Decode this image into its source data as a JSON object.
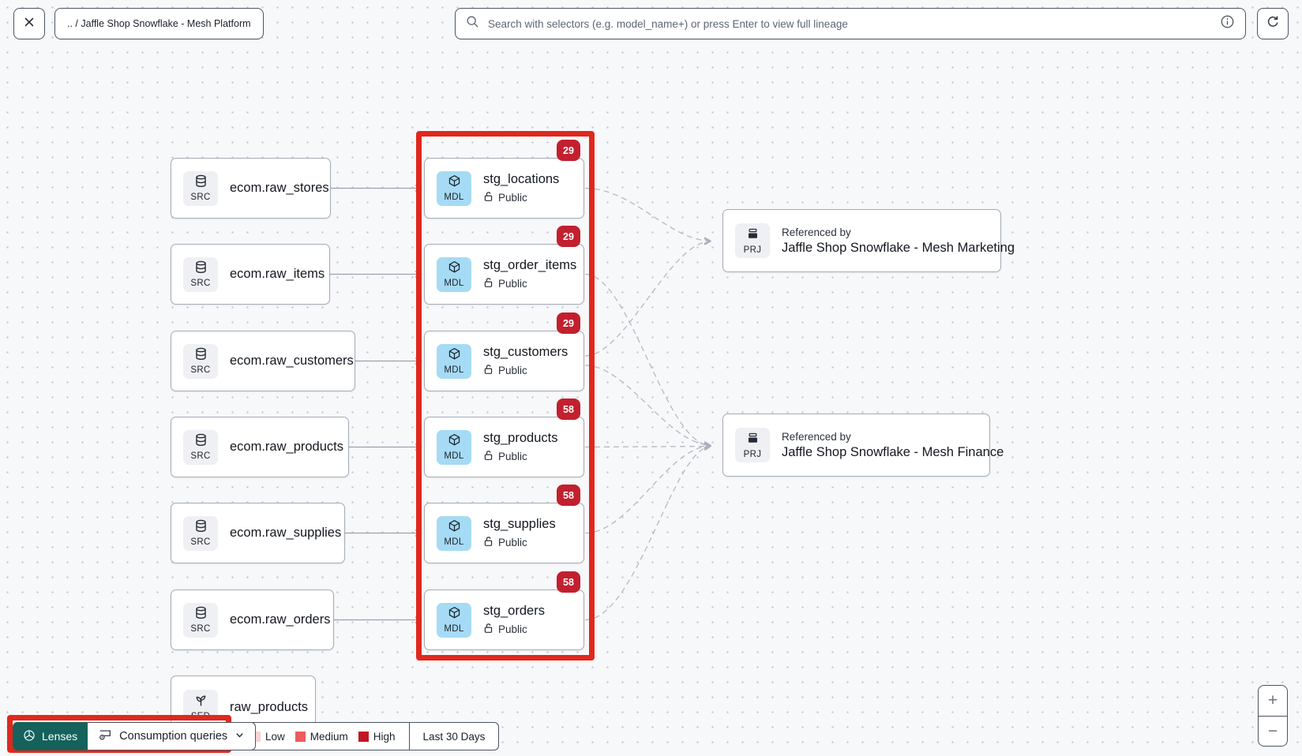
{
  "topbar": {
    "breadcrumb": ".. / Jaffle Shop Snowflake - Mesh Platform",
    "search_placeholder": "Search with selectors (e.g. model_name+) or press Enter to view full lineage"
  },
  "labels": {
    "source": "SRC",
    "model": "MDL",
    "project": "PRJ",
    "seed": "SED"
  },
  "nodes": {
    "sources": [
      {
        "label": "ecom.raw_stores"
      },
      {
        "label": "ecom.raw_items"
      },
      {
        "label": "ecom.raw_customers"
      },
      {
        "label": "ecom.raw_products"
      },
      {
        "label": "ecom.raw_supplies"
      },
      {
        "label": "ecom.raw_orders"
      }
    ],
    "models": [
      {
        "label": "stg_locations",
        "badge": "29",
        "access": "Public"
      },
      {
        "label": "stg_order_items",
        "badge": "29",
        "access": "Public"
      },
      {
        "label": "stg_customers",
        "badge": "29",
        "access": "Public"
      },
      {
        "label": "stg_products",
        "badge": "58",
        "access": "Public"
      },
      {
        "label": "stg_supplies",
        "badge": "58",
        "access": "Public"
      },
      {
        "label": "stg_orders",
        "badge": "58",
        "access": "Public"
      }
    ],
    "projects": [
      {
        "kicker": "Referenced by",
        "label": "Jaffle Shop Snowflake - Mesh Marketing"
      },
      {
        "kicker": "Referenced by",
        "label": "Jaffle Shop Snowflake - Mesh Finance"
      }
    ],
    "seed": {
      "label": "raw_products"
    }
  },
  "toolbar": {
    "lenses_label": "Lenses",
    "lens_selected": "Consumption queries",
    "legend": [
      {
        "label": "Low",
        "color": "#f6d3d6"
      },
      {
        "label": "Medium",
        "color": "#ee5a60"
      },
      {
        "label": "High",
        "color": "#c11722"
      }
    ],
    "time_range": "Last 30 Days"
  },
  "zoom_controls": {
    "zoom_in": "+",
    "zoom_out": "−"
  },
  "colors": {
    "highlight_red": "#e0281d",
    "badge_red": "#c2202e",
    "lenses_teal": "#14625b",
    "model_icon_blue": "#a5dbf4",
    "legend_low": "#f6d3d6",
    "legend_medium": "#ee5a60",
    "legend_high": "#c11722"
  },
  "icons": {
    "close": "x",
    "search": "magnifier",
    "info": "info-circle",
    "refresh": "circular-arrow",
    "source": "database",
    "model": "cube",
    "project": "archive-box",
    "seed": "sprout",
    "public_access": "open-padlock",
    "lenses": "aperture",
    "lens_selector": "query-tag",
    "chevron": "chevron-down"
  }
}
